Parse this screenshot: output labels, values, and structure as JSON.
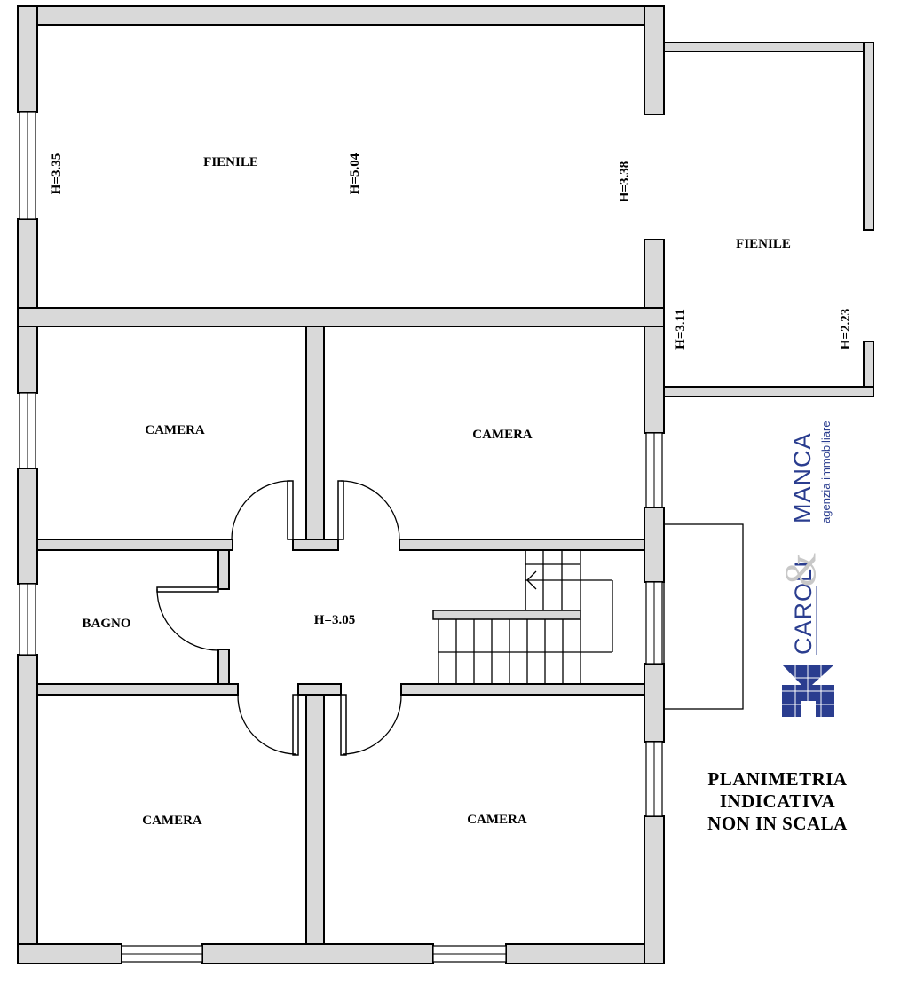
{
  "rooms": {
    "fienile_main": "FIENILE",
    "fienile_side": "FIENILE",
    "camera_nw": "CAMERA",
    "camera_ne": "CAMERA",
    "bagno": "BAGNO",
    "camera_sw": "CAMERA",
    "camera_se": "CAMERA"
  },
  "heights": {
    "h1": "H=3.35",
    "h2": "H=5.04",
    "h3": "H=3.38",
    "h4": "H=3.11",
    "h5": "H=2.23",
    "h6": "H=3.05"
  },
  "note": {
    "line1": "PLANIMETRIA",
    "line2": "INDICATIVA",
    "line3": "NON IN SCALA"
  },
  "logo": {
    "name1": "CAROLI",
    "amp": "&",
    "name2": "MANCA",
    "tagline": "agenzia immobiliare",
    "color": "#2a3d8f"
  }
}
